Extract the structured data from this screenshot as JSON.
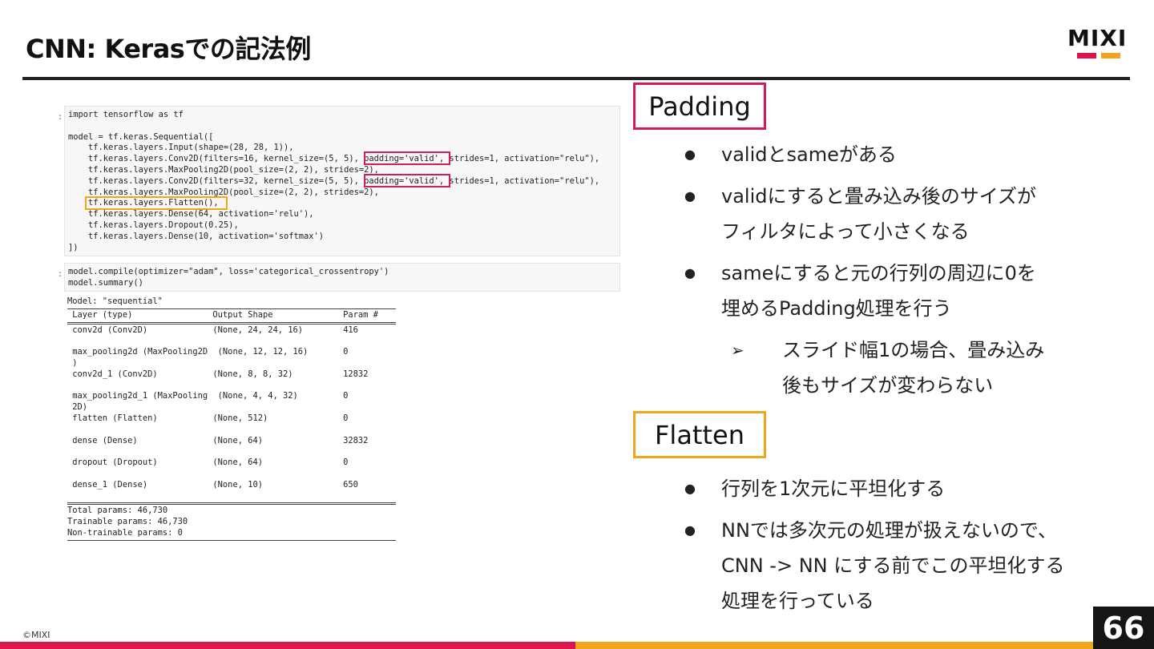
{
  "title": "CNN: Kerasでの記法例",
  "logo": {
    "text": "MIXI",
    "bar_colors": [
      "#e0144c",
      "#f2a41a"
    ]
  },
  "code_cell_1": {
    "prompt": ":",
    "lines": [
      "import tensorflow as tf",
      "",
      "model = tf.keras.Sequential([",
      "    tf.keras.layers.Input(shape=(28, 28, 1)),",
      "    tf.keras.layers.Conv2D(filters=16, kernel_size=(5, 5), padding='valid', strides=1, activation=\"relu\"),",
      "    tf.keras.layers.MaxPooling2D(pool_size=(2, 2), strides=2),",
      "    tf.keras.layers.Conv2D(filters=32, kernel_size=(5, 5), padding='valid', strides=1, activation=\"relu\"),",
      "    tf.keras.layers.MaxPooling2D(pool_size=(2, 2), strides=2),",
      "    tf.keras.layers.Flatten(),",
      "    tf.keras.layers.Dense(64, activation='relu'),",
      "    tf.keras.layers.Dropout(0.25),",
      "    tf.keras.layers.Dense(10, activation='softmax')",
      "])"
    ]
  },
  "code_cell_2": {
    "prompt": ":",
    "lines": [
      "model.compile(optimizer=\"adam\", loss='categorical_crossentropy')",
      "model.summary()"
    ]
  },
  "summary": {
    "model_line": "Model: \"sequential\"",
    "header": " Layer (type)                Output Shape              Param #",
    "rows": [
      [
        " conv2d (Conv2D)             (None, 24, 24, 16)        416"
      ],
      [
        " max_pooling2d (MaxPooling2D  (None, 12, 12, 16)       0",
        " )"
      ],
      [
        " conv2d_1 (Conv2D)           (None, 8, 8, 32)          12832"
      ],
      [
        " max_pooling2d_1 (MaxPooling  (None, 4, 4, 32)         0",
        " 2D)"
      ],
      [
        " flatten (Flatten)           (None, 512)               0"
      ],
      [
        " dense (Dense)               (None, 64)                32832"
      ],
      [
        " dropout (Dropout)           (None, 64)                0"
      ],
      [
        " dense_1 (Dense)             (None, 10)                650"
      ]
    ],
    "totals": [
      "Total params: 46,730",
      "Trainable params: 46,730",
      "Non-trainable params: 0"
    ]
  },
  "padding_section": {
    "label": "Padding",
    "color": "#d31c5a",
    "bullets": [
      "validとsameがある",
      "validにすると畳み込み後のサイズが\nフィルタによって小さくなる",
      "sameにすると元の行列の周辺に0を\n埋めるPadding処理を行う"
    ],
    "sub_bullet": "スライド幅1の場合、畳み込み\n後もサイズが変わらない"
  },
  "flatten_section": {
    "label": "Flatten",
    "color": "#f2a41a",
    "bullets": [
      "行列を1次元に平坦化する",
      "NNでは多次元の処理が扱えないので、\nCNN -> NN にする前でこの平坦化する\n処理を行っている"
    ]
  },
  "bullet_glyph": "●",
  "arrow_glyph": "➢",
  "copyright": "©MIXI",
  "page_number": "66"
}
